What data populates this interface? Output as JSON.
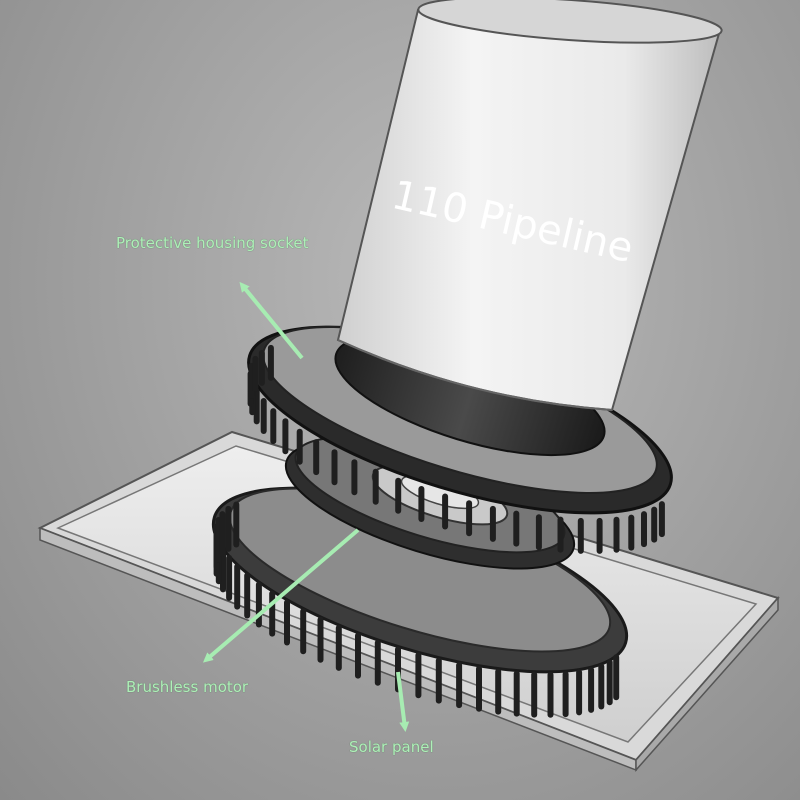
{
  "labels": {
    "pipeline": "110 Pipeline",
    "housing_socket": "Protective housing socket",
    "motor": "Brushless motor",
    "solar_panel": "Solar panel"
  },
  "colors": {
    "callout_text": "#aef0b8",
    "arrow": "#a7ecb2",
    "pipe_light": "#f2f2f2",
    "dark_part": "#2b2b2b",
    "tray": "#e4e4e4"
  },
  "icons": [
    "arrow-icon"
  ]
}
